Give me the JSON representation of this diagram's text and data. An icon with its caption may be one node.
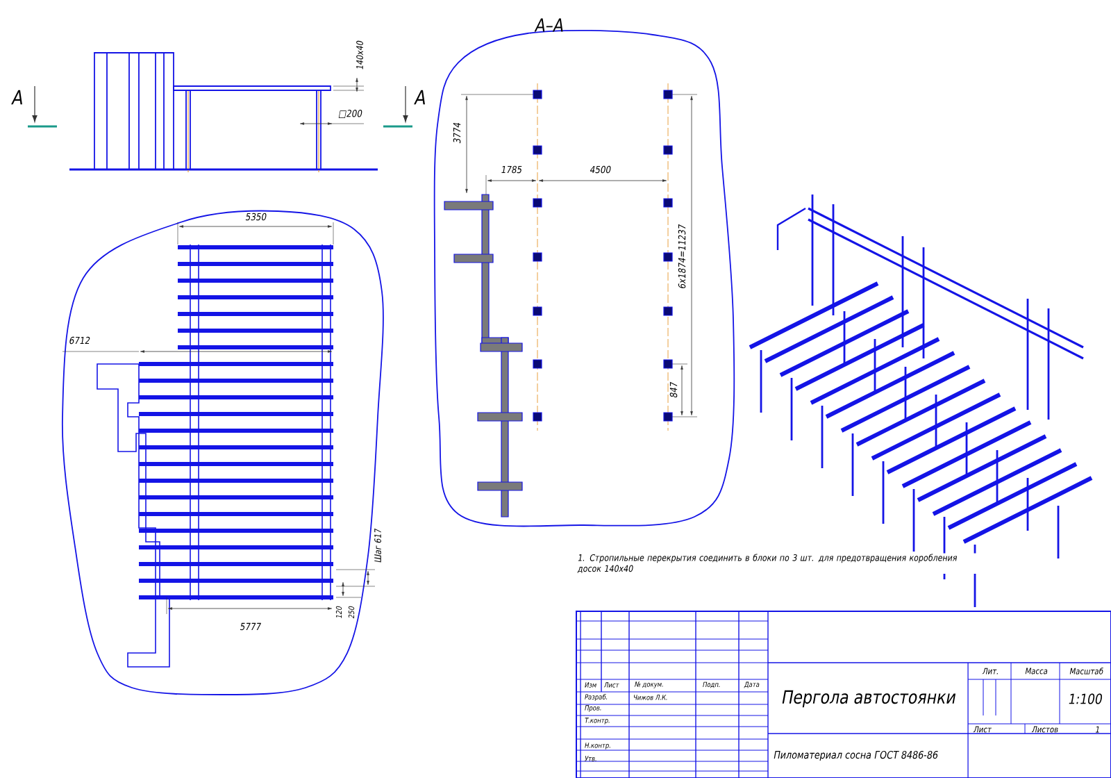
{
  "diagram": {
    "labels": [
      "А–А",
      "А",
      "А",
      "140x40",
      "□200",
      "3774",
      "1785",
      "4500",
      "6x1874=11237",
      "847",
      "5350",
      "6712",
      "Шаг 617",
      "5777",
      "120",
      "250",
      "1. Стропильные перекрытия соединить в блоки по 3 шт. для предотвращения коробления досок 140x40",
      "Изм",
      "Лист",
      "№ докум.",
      "Подп.",
      "Дата",
      "Разраб.",
      "Чижов Л.К.",
      "Пров.",
      "Т.контр.",
      "Н.контр.",
      "Утв.",
      "Пергола автостоянки",
      "Лит.",
      "Масса",
      "Масштаб",
      "1:100",
      "Лист",
      "Листов",
      "1",
      "Пиломатериал сосна  ГОСТ 8486-86"
    ]
  }
}
